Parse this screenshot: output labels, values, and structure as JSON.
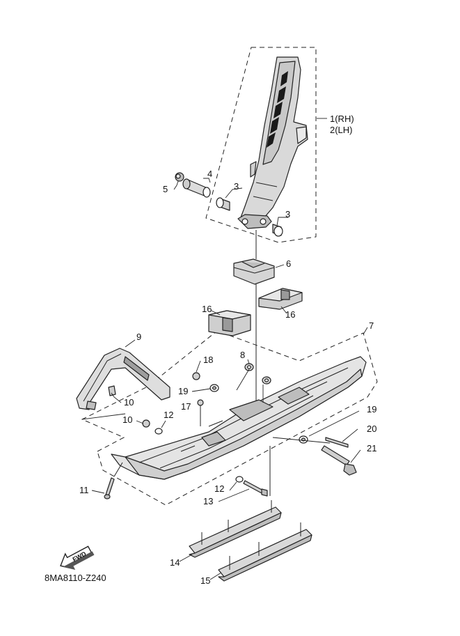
{
  "callouts": {
    "p1": "1(RH)",
    "p2": "2(LH)",
    "p3a": "3",
    "p3b": "3",
    "p4": "4",
    "p5": "5",
    "p6": "6",
    "p7": "7",
    "p8": "8",
    "p9": "9",
    "p10a": "10",
    "p10b": "10",
    "p11": "11",
    "p12a": "12",
    "p12b": "12",
    "p13": "13",
    "p14": "14",
    "p15": "15",
    "p16a": "16",
    "p16b": "16",
    "p17": "17",
    "p18": "18",
    "p19a": "19",
    "p19b": "19",
    "p20": "20",
    "p21": "21"
  },
  "fwd_label": "FWD",
  "diagram_code": "8MA8110-Z240",
  "icons": {
    "fwd": "fwd-arrow-icon"
  }
}
